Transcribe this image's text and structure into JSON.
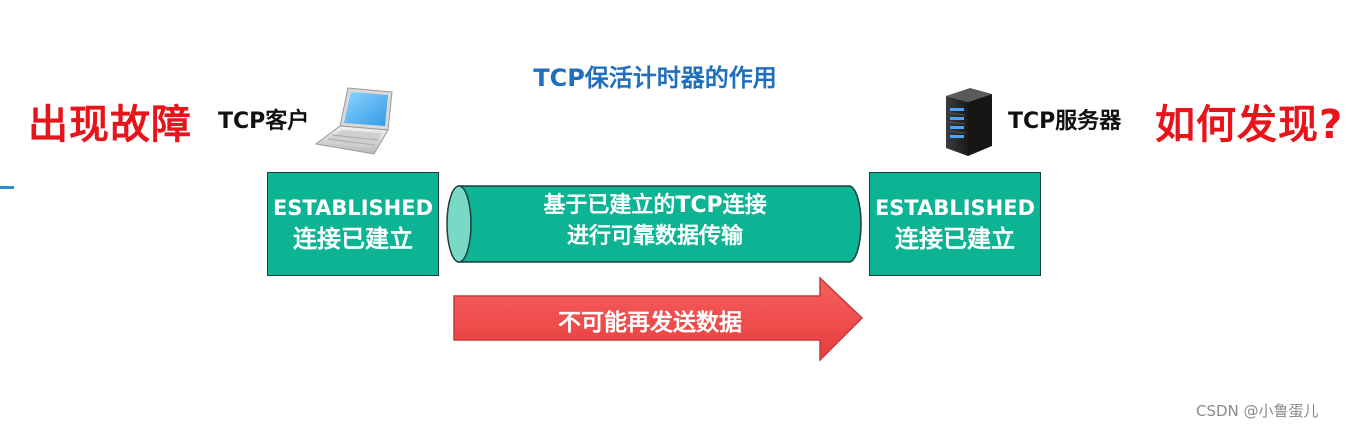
{
  "title": "TCP保活计时器的作用",
  "left": {
    "fault_text": "出现故障",
    "node_label": "TCP客户",
    "device_icon": "laptop-icon",
    "state": "ESTABLISHED",
    "state_desc": "连接已建立"
  },
  "right": {
    "fault_text": "如何发现?",
    "node_label": "TCP服务器",
    "device_icon": "server-icon",
    "state": "ESTABLISHED",
    "state_desc": "连接已建立"
  },
  "pipe": {
    "line1": "基于已建立的TCP连接",
    "line2": "进行可靠数据传输"
  },
  "arrow": {
    "label": "不可能再发送数据"
  },
  "watermark": "CSDN @小鲁蛋儿",
  "colors": {
    "title": "#1f6fbf",
    "fault_text": "#e8141c",
    "state_box": "#0cb494",
    "pipe": "#0cb494",
    "arrow": "#f14a4a"
  }
}
